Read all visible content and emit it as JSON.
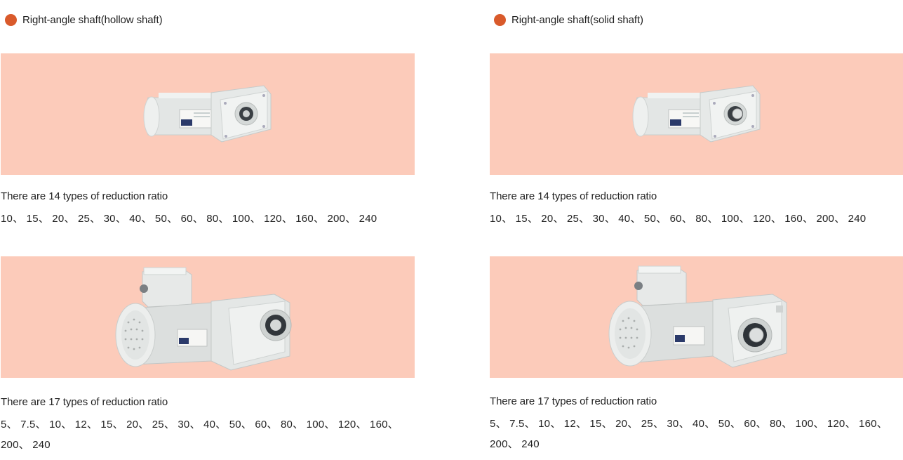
{
  "colors": {
    "accent": "#d95a2b",
    "panel_bg": "#fccbba"
  },
  "sections": [
    {
      "heading": "Right-angle shaft(hollow shaft)",
      "products": [
        {
          "caption": "There are 14 types of reduction ratio",
          "ratios_line1": "10、 15、 20、 25、 30、 40、 50、 60、 80、 100、 120、 160、 200、 240",
          "ratios_line2": "",
          "shaft": "hollow",
          "motor": "compact"
        },
        {
          "caption": "There are 17 types of reduction ratio",
          "ratios_line1": "5、 7.5、 10、 12、 15、 20、 25、 30、 40、 50、 60、 80、 100、 120、 160、",
          "ratios_line2": "200、 240",
          "shaft": "hollow",
          "motor": "large"
        }
      ]
    },
    {
      "heading": "Right-angle shaft(solid shaft)",
      "products": [
        {
          "caption": "There are 14 types of reduction ratio",
          "ratios_line1": "10、 15、 20、 25、 30、 40、 50、 60、 80、 100、 120、 160、 200、 240",
          "ratios_line2": "",
          "shaft": "solid",
          "motor": "compact"
        },
        {
          "caption": "There are 17 types of reduction ratio",
          "ratios_line1": "5、 7.5、 10、 12、 15、 20、 25、 30、 40、 50、 60、 80、 100、 120、 160、",
          "ratios_line2": "200、 240",
          "shaft": "solid",
          "motor": "large"
        }
      ]
    }
  ]
}
